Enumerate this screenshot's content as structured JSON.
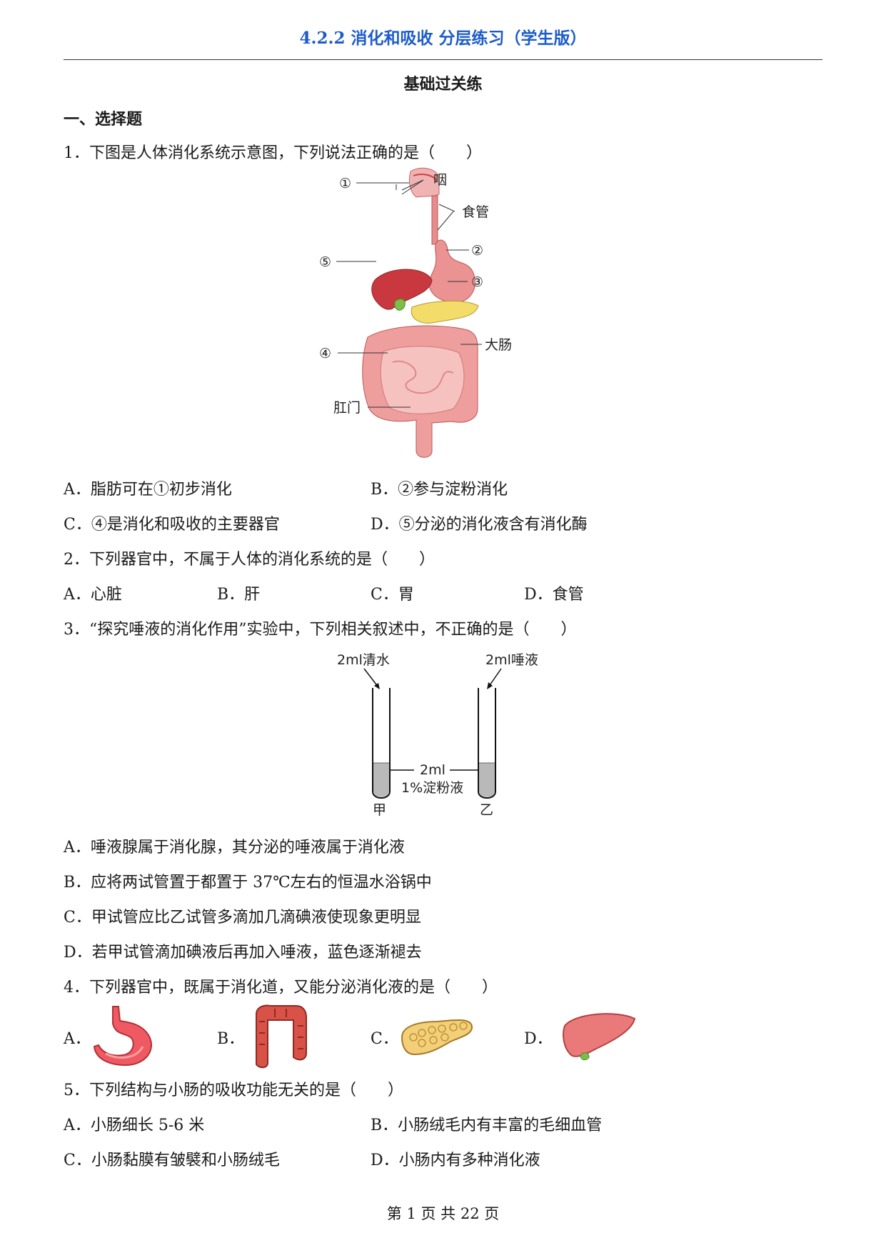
{
  "header": {
    "title": "4.2.2  消化和吸收  分层练习（学生版）"
  },
  "section": {
    "title": "基础过关练"
  },
  "part": {
    "title": "一、选择题"
  },
  "questions": [
    {
      "stem": "1．下图是人体消化系统示意图，下列说法正确的是（　　）",
      "figure_labels": {
        "n1": "①",
        "yan": "咽",
        "shiguan": "食管",
        "n2": "②",
        "n5": "⑤",
        "n3": "③",
        "n4": "④",
        "dachang": "大肠",
        "gangmen": "肛门"
      },
      "options": [
        "A．脂肪可在①初步消化",
        "B．②参与淀粉消化",
        "C．④是消化和吸收的主要器官",
        "D．⑤分泌的消化液含有消化酶"
      ]
    },
    {
      "stem": "2．下列器官中，不属于人体的消化系统的是（　　）",
      "options": [
        "A．心脏",
        "B．肝",
        "C．胃",
        "D．食管"
      ]
    },
    {
      "stem": "3．“探究唾液的消化作用”实验中，下列相关叙述中，不正确的是（　　）",
      "figure_labels": {
        "water": "2ml清水",
        "saliva": "2ml唾液",
        "amount": "2ml",
        "starch": "1%淀粉液",
        "jia": "甲",
        "yi": "乙"
      },
      "options": [
        "A．唾液腺属于消化腺，其分泌的唾液属于消化液",
        "B．应将两试管置于都置于 37℃左右的恒温水浴锅中",
        "C．甲试管应比乙试管多滴加几滴碘液使现象更明显",
        "D．若甲试管滴加碘液后再加入唾液，蓝色逐渐褪去"
      ]
    },
    {
      "stem": "4．下列器官中，既属于消化道，又能分泌消化液的是（　　）",
      "options": [
        "A．",
        "B．",
        "C．",
        "D．"
      ],
      "option_images": [
        "stomach-icon",
        "large-intestine-icon",
        "pancreas-icon",
        "liver-icon"
      ]
    },
    {
      "stem": "5．下列结构与小肠的吸收功能无关的是（　　）",
      "options": [
        "A．小肠细长 5-6 米",
        "B．小肠绒毛内有丰富的毛细血管",
        "C．小肠黏膜有皱襞和小肠绒毛",
        "D．小肠内有多种消化液"
      ]
    }
  ],
  "footer": {
    "page": "第  1  页  共  22  页"
  },
  "colors": {
    "title_blue": "#1d5cc9",
    "organ_red": "#e8888a",
    "liver": "#c9383e",
    "pancreas": "#f3dc6a",
    "gall": "#7bbf4a"
  }
}
